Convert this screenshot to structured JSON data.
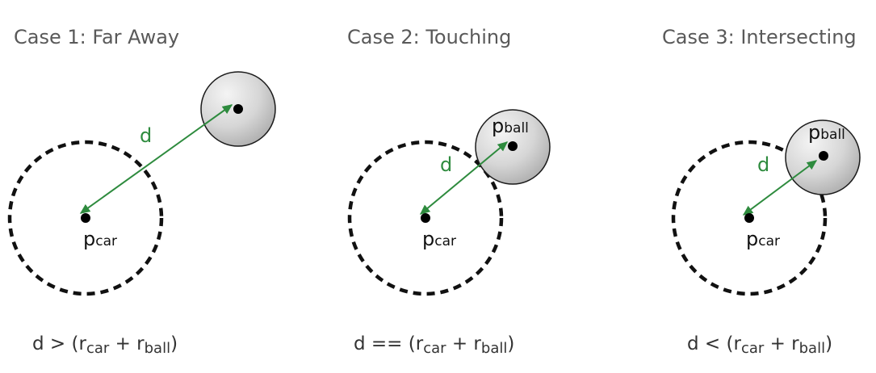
{
  "colors": {
    "arrow": "#2e8b3e",
    "title": "#595959",
    "ball_fill_light": "#f4f4f4",
    "ball_fill_dark": "#a9a9a9"
  },
  "cases": [
    {
      "title": "Case 1: Far Away",
      "d_label": "d",
      "car_label": {
        "p": "p",
        "sub": "car"
      },
      "ball_label": {
        "p": "",
        "sub": ""
      },
      "formula": {
        "lead": "d > (r",
        "sub1": "car",
        "mid": " + r",
        "sub2": "ball",
        "tail": ")"
      }
    },
    {
      "title": "Case 2: Touching",
      "d_label": "d",
      "car_label": {
        "p": "p",
        "sub": "car"
      },
      "ball_label": {
        "p": "p",
        "sub": "ball"
      },
      "formula": {
        "lead": "d == (r",
        "sub1": "car",
        "mid": " + r",
        "sub2": "ball",
        "tail": ")"
      }
    },
    {
      "title": "Case 3: Intersecting",
      "d_label": "d",
      "car_label": {
        "p": "p",
        "sub": "car"
      },
      "ball_label": {
        "p": "p",
        "sub": "ball"
      },
      "formula": {
        "lead": "d < (r",
        "sub1": "car",
        "mid": " + r",
        "sub2": "ball",
        "tail": ")"
      }
    }
  ]
}
